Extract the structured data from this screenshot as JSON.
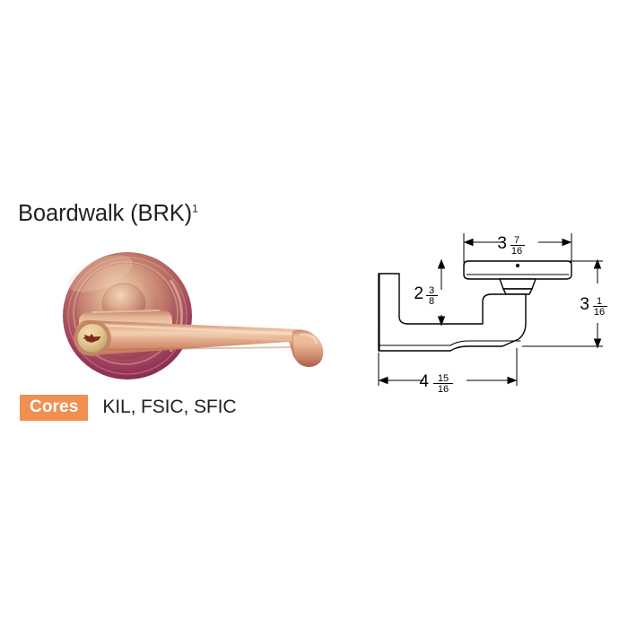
{
  "page": {
    "background_color": "#ffffff",
    "text_color": "#231f20"
  },
  "product": {
    "title": "Boardwalk (BRK)",
    "footnote_marker": "1",
    "finish_description": "bronze lever handle lock with round rose and keyed cylinder"
  },
  "cores": {
    "badge_label": "Cores",
    "badge_color": "#f08f4f",
    "badge_text_color": "#ffffff",
    "value": "KIL, FSIC, SFIC"
  },
  "dimensions": {
    "projection_top": {
      "whole": "3",
      "numerator": "7",
      "denominator": "16",
      "full": "3 7/16",
      "label": "rose diameter / top width"
    },
    "lever_height": {
      "whole": "2",
      "numerator": "3",
      "denominator": "8",
      "full": "2 3/8",
      "label": "clear lever height"
    },
    "overall_height": {
      "whole": "3",
      "numerator": "1",
      "denominator": "16",
      "full": "3 1/16",
      "label": "overall height"
    },
    "lever_length": {
      "whole": "4",
      "numerator": "15",
      "denominator": "16",
      "full": "4 15/16",
      "label": "overall lever length"
    }
  },
  "photo_colors": {
    "rose_dark": "#8d2f52",
    "rose_mid": "#c4836e",
    "rose_light": "#e7c0a8",
    "lever_body": "#d99a7a",
    "lever_highlight": "#f0c9ae",
    "lever_shadow": "#b06a52",
    "keyhole_face": "#e8c99a",
    "keyway": "#7d2a1e"
  },
  "drawing_colors": {
    "line": "#000000",
    "fill": "#ffffff"
  }
}
